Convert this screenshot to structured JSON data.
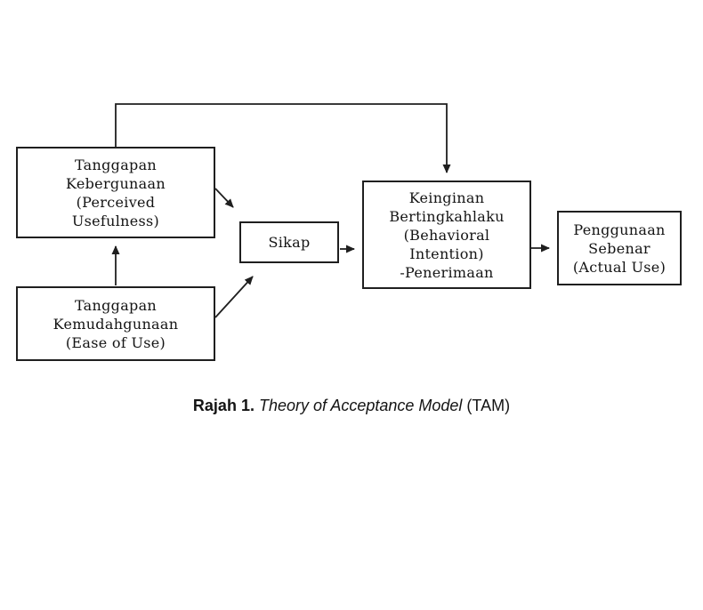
{
  "diagram": {
    "title": "Theory of Acceptance Model (TAM)",
    "colors": {
      "background": "#ffffff",
      "line": "#1f1f1f",
      "text": "#141414"
    },
    "nodes": {
      "perceived_usefulness": {
        "label": "Tanggapan\nKebergunaan\n(Perceived\nUsefulness)"
      },
      "ease_of_use": {
        "label": "Tanggapan\nKemudahgunaan\n(Ease of Use)"
      },
      "attitude": {
        "label": "Sikap"
      },
      "behavioral_intention": {
        "label": "Keinginan\nBertingkahlaku\n(Behavioral\nIntention)\n-Penerimaan"
      },
      "actual_use": {
        "label": "Penggunaan\nSebenar\n(Actual Use)"
      }
    },
    "edges": [
      {
        "from": "ease_of_use",
        "to": "perceived_usefulness"
      },
      {
        "from": "perceived_usefulness",
        "to": "attitude"
      },
      {
        "from": "ease_of_use",
        "to": "attitude"
      },
      {
        "from": "attitude",
        "to": "behavioral_intention"
      },
      {
        "from": "perceived_usefulness",
        "to": "behavioral_intention"
      },
      {
        "from": "behavioral_intention",
        "to": "actual_use"
      }
    ],
    "caption": {
      "prefix": "Rajah 1.",
      "italic": "Theory of Acceptance Model",
      "suffix": "(TAM)"
    }
  }
}
